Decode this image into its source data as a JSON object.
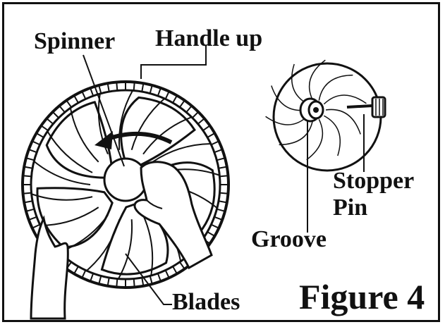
{
  "labels": {
    "spinner": "Spinner",
    "handle_up": "Handle up",
    "stopper": "Stopper",
    "pin": "Pin",
    "groove": "Groove",
    "blades": "Blades",
    "figure": "Figure 4"
  },
  "colors": {
    "ink": "#111111",
    "background": "#ffffff"
  },
  "icons": [
    "fan-guard-icon",
    "spinner-hub-icon",
    "arrow-icon",
    "hand-icon",
    "motor-shaft-icon"
  ]
}
